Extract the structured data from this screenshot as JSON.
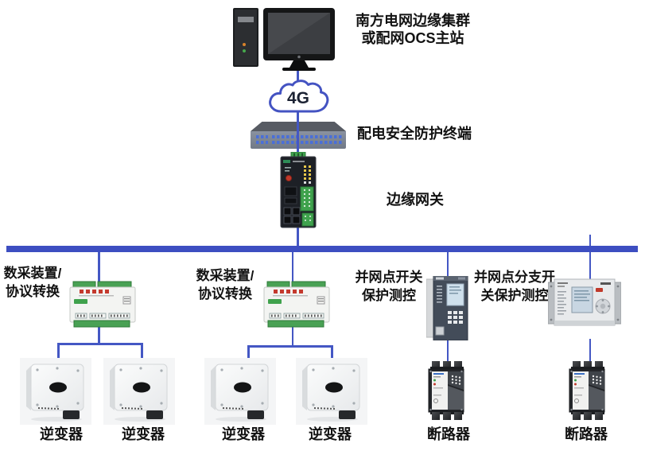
{
  "colors": {
    "bus_blue": "#3d4ec1",
    "connector_blue": "#4457c4",
    "cloud_outline_blue": "#4453c2",
    "label_black": "#121212",
    "terminal_green": "#3fa24d",
    "led_red": "#c43a2e"
  },
  "nodes": {
    "master_station": {
      "line1": "南方电网边缘集群",
      "line2": "或配网OCS主站"
    },
    "wan_cloud": {
      "label": "4G"
    },
    "security_terminal": {
      "label": "配电安全防护终端"
    },
    "edge_gateway": {
      "label": "边缘网关"
    },
    "daq_left": {
      "line1": "数采装置/",
      "line2": "协议转换"
    },
    "daq_mid": {
      "line1": "数采装置/",
      "line2": "协议转换"
    },
    "grid_relay": {
      "line1": "并网点开关",
      "line2": "保护测控"
    },
    "branch_relay": {
      "line1": "并网点分支开",
      "line2": "关保护测控"
    },
    "inverter_labels": [
      "逆变器",
      "逆变器",
      "逆变器",
      "逆变器"
    ],
    "breaker_labels": [
      "断路器",
      "断路器"
    ]
  }
}
